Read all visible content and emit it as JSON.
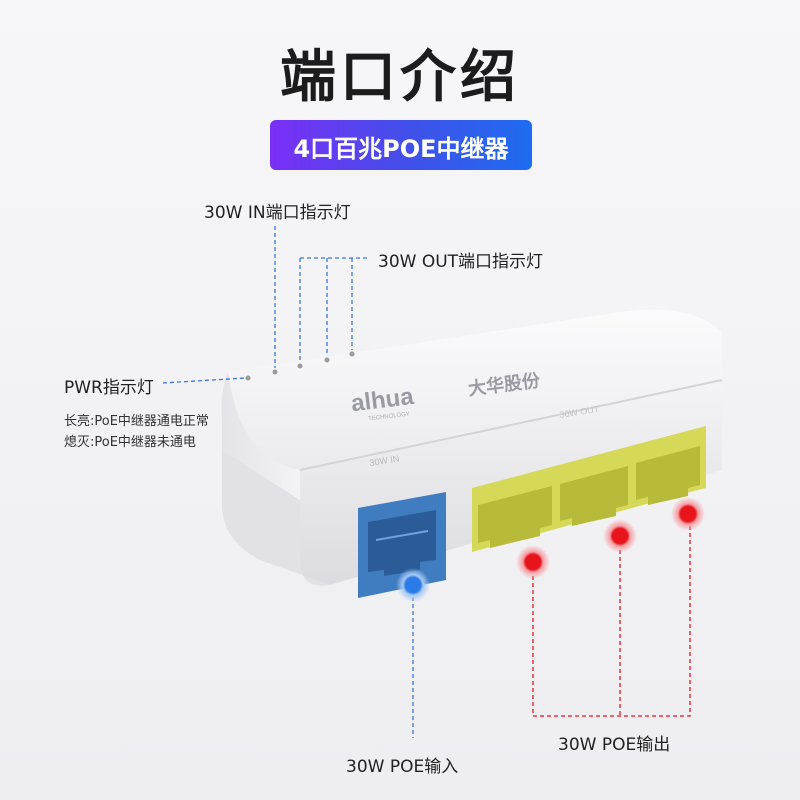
{
  "title": "端口介绍",
  "subtitle_badge": "4口百兆POE中继器",
  "annotations": {
    "in_indicator": "30W IN端口指示灯",
    "out_indicator": "30W OUT端口指示灯",
    "pwr_indicator": "PWR指示灯",
    "pwr_on": "长亮:PoE中继器通电正常",
    "pwr_off": "熄灭:PoE中继器未通电",
    "poe_input": "30W POE输入",
    "poe_output": "30W POE输出"
  },
  "device": {
    "brand": "alhua",
    "brand_cn": "大华股份",
    "brand_sub": "TECHNOLOGY",
    "port_in_label": "30W IN",
    "port_out_label": "30W OUT"
  },
  "colors": {
    "input_marker": "#2a7be6",
    "output_marker": "#e8141c",
    "input_port": "#4a86c8",
    "output_port": "#d9dc5a",
    "badge_start": "#7b2ff7",
    "badge_end": "#1e6cf0"
  }
}
